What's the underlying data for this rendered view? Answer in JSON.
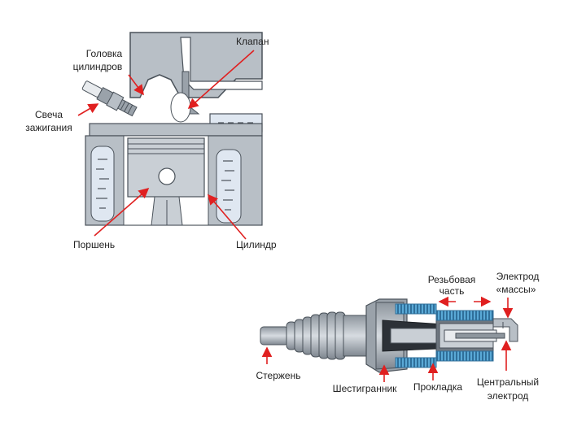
{
  "engine_labels": {
    "cylinder_head_line1": "Головка",
    "cylinder_head_line2": "цилиндров",
    "valve": "Клапан",
    "spark_plug_line1": "Свеча",
    "spark_plug_line2": "зажигания",
    "piston": "Поршень",
    "cylinder": "Цилиндр"
  },
  "plug_labels": {
    "thread_line1": "Резьбовая",
    "thread_line2": "часть",
    "ground_electrode_line1": "Электрод",
    "ground_electrode_line2": "«массы»",
    "rod": "Стержень",
    "hexagon": "Шестигранник",
    "gasket": "Прокладка",
    "center_electrode_line1": "Центральный",
    "center_electrode_line2": "электрод"
  },
  "colors": {
    "metal": "#b8bfc6",
    "metal_dark": "#6f7780",
    "coolant": "#dfe7f1",
    "arrow": "#e02020",
    "thread_blue": "#5aa9d6"
  }
}
